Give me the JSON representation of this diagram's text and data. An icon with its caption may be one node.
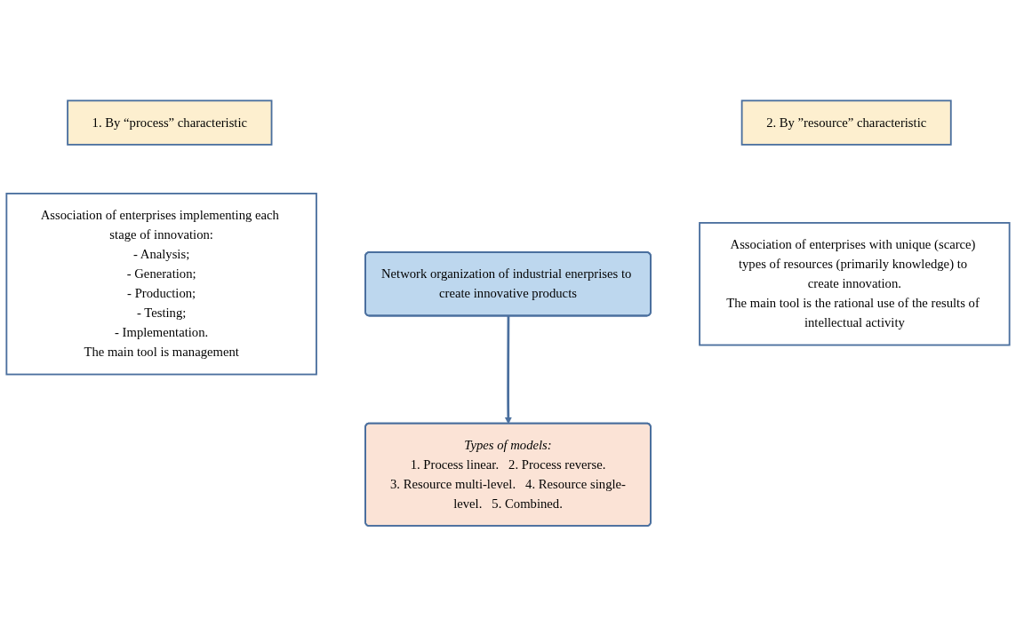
{
  "diagram": {
    "nodes": [
      {
        "text": [
          "1. By “process” characteristic"
        ]
      },
      {
        "text": [
          "Association of enterprises implementing each stage of innovation:",
          "- Analysis;",
          "- Generation;",
          "- Production;",
          "- Testing;",
          "- Implementation.",
          "The main tool is management"
        ]
      },
      {
        "text": [
          "Network organization of industrial enerprises to create innovative products"
        ]
      },
      {
        "text": [
          "2. By ”resource” characteristic"
        ]
      },
      {
        "text": [
          "Association of enterprises with unique (scarce) types of resources (primarily knowledge) to create innovation.",
          "The main tool is the rational use of the results of intellectual activity"
        ]
      },
      {
        "text": [
          "Types of models:",
          "1. Process linear.",
          "2. Process reverse.",
          "3. Resource multi-level.",
          "4. Resource single-level.",
          "5. Combined."
        ]
      }
    ],
    "edges": [
      {
        "from": 2,
        "to": 5,
        "arrow": "to"
      }
    ]
  }
}
